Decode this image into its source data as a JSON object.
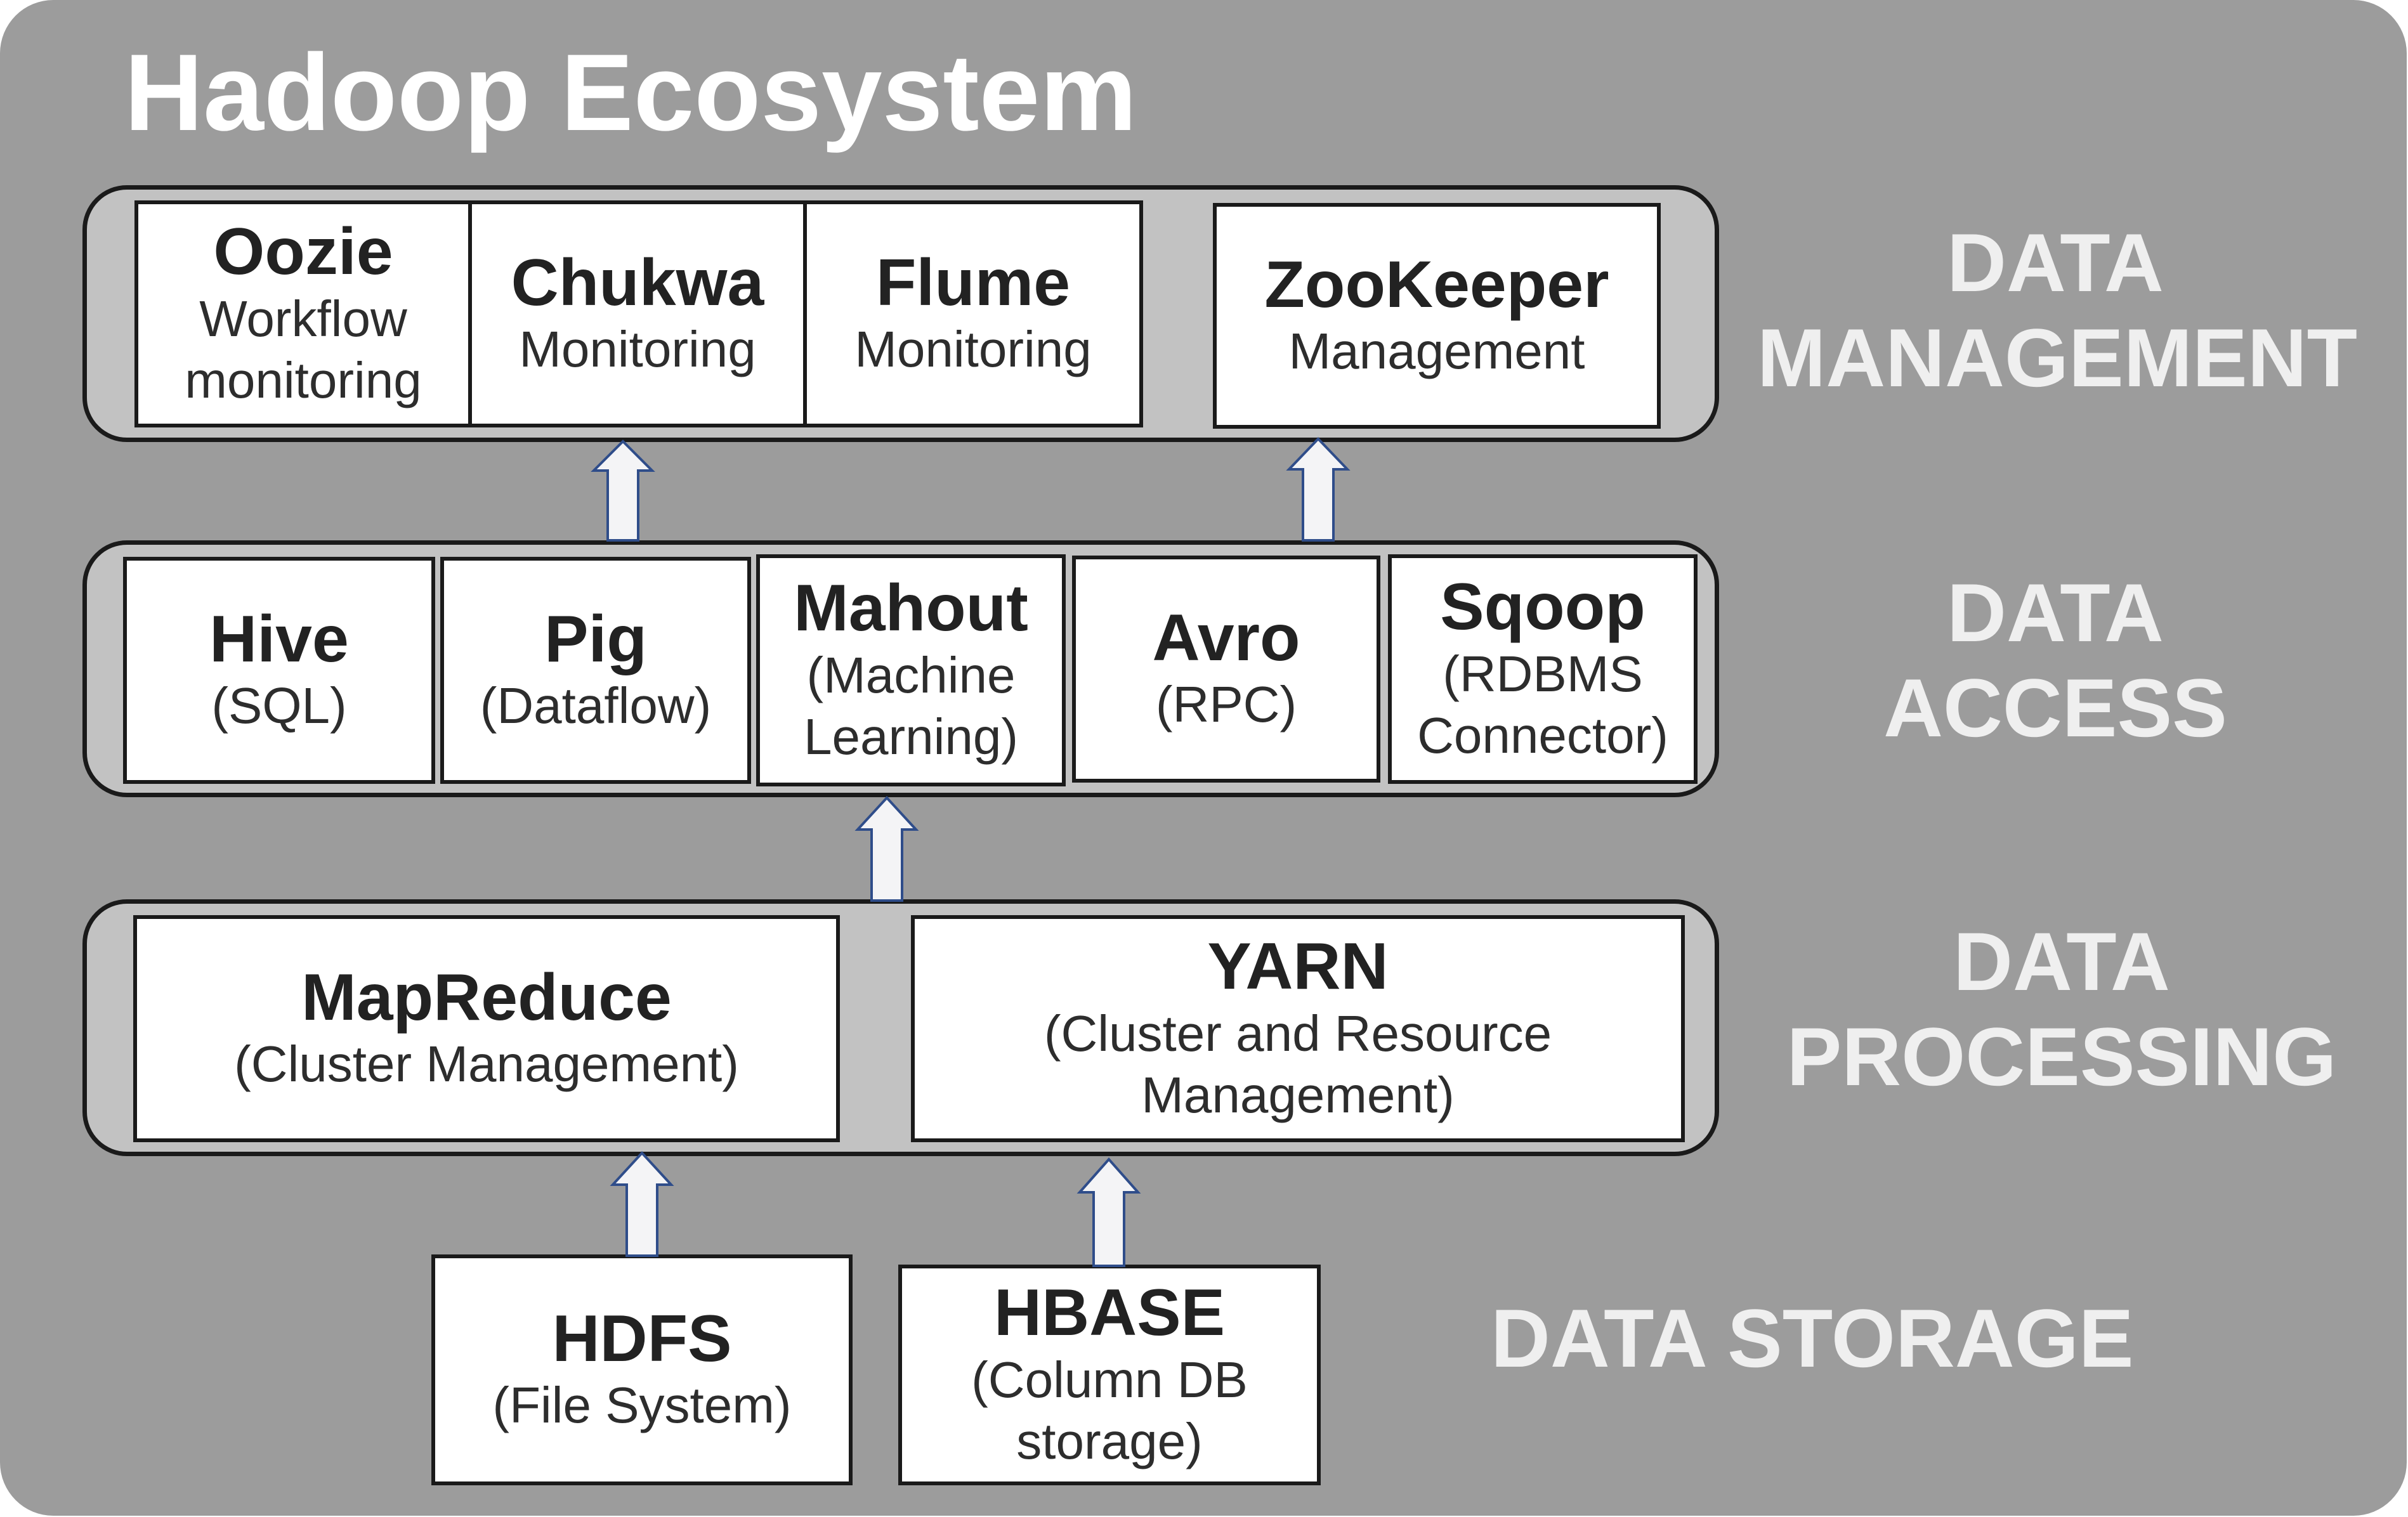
{
  "title": "Hadoop Ecosystem",
  "layers": {
    "management": "DATA\nMANAGEMENT",
    "access": "DATA\nACCESS",
    "processing": "DATA\nPROCESSING",
    "storage": "DATA STORAGE"
  },
  "management": {
    "oozie": {
      "name": "Oozie",
      "desc": "Workflow\nmonitoring"
    },
    "chukwa": {
      "name": "Chukwa",
      "desc": "Monitoring"
    },
    "flume": {
      "name": "Flume",
      "desc": "Monitoring"
    },
    "zookeeper": {
      "name": "ZooKeeper",
      "desc": "Management"
    }
  },
  "access": {
    "hive": {
      "name": "Hive",
      "desc": "(SQL)"
    },
    "pig": {
      "name": "Pig",
      "desc": "(Dataflow)"
    },
    "mahout": {
      "name": "Mahout",
      "desc": "(Machine\nLearning)"
    },
    "avro": {
      "name": "Avro",
      "desc": "(RPC)"
    },
    "sqoop": {
      "name": "Sqoop",
      "desc": "(RDBMS\nConnector)"
    }
  },
  "processing": {
    "mapreduce": {
      "name": "MapReduce",
      "desc": "(Cluster Management)"
    },
    "yarn": {
      "name": "YARN",
      "desc": "(Cluster and Resource\nManagement)"
    }
  },
  "storage": {
    "hdfs": {
      "name": "HDFS",
      "desc": "(File System)"
    },
    "hbase": {
      "name": "HBASE",
      "desc": "(Column DB\nstorage)"
    }
  },
  "colors": {
    "background": "#9c9c9c",
    "band": "#c2c2c2",
    "box": "#ffffff",
    "arrow_fill": "#f4f4f6",
    "arrow_stroke": "#2f4d8a",
    "layer_text": "#efefef"
  }
}
